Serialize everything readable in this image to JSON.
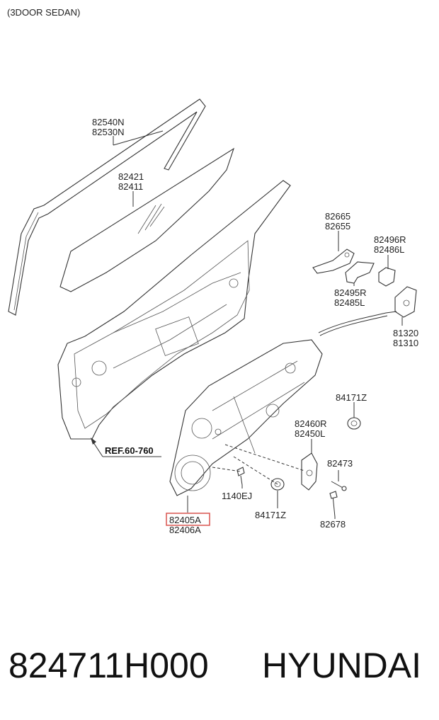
{
  "header": {
    "variant": "(3DOOR SEDAN)"
  },
  "callouts": {
    "run_channel": [
      "82540N",
      "82530N"
    ],
    "glass": [
      "82421",
      "82411"
    ],
    "outside_handle": [
      "82665",
      "82655"
    ],
    "latch_bracket": [
      "82496R",
      "82486L"
    ],
    "handle_bracket": [
      "82495R",
      "82485L"
    ],
    "latch_cable": [
      "81320",
      "81310"
    ],
    "cap_upper": "84171Z",
    "regulator": [
      "82460R",
      "82450L"
    ],
    "bolt": "82473",
    "screw_small": "1140EJ",
    "cap_lower": "84171Z",
    "screw": "82678",
    "module_panel_highlighted": "82405A",
    "module_panel": "82406A"
  },
  "reference": "REF.60-760",
  "highlight_color": "#d9534f",
  "footer": {
    "part_number": "824711H000",
    "brand": "HYUNDAI"
  }
}
